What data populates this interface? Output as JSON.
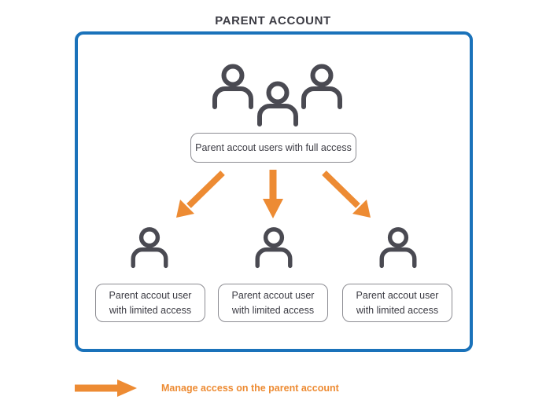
{
  "title": "PARENT ACCOUNT",
  "colors": {
    "container_border": "#1a72ba",
    "arrow": "#ED8B33",
    "icon": "#4a4a52",
    "box_border": "#8c8c92",
    "text": "#3b3b43",
    "background": "#ffffff"
  },
  "container": {
    "name": "parent-account-container"
  },
  "top_group": {
    "icon_name": "users-group-icon",
    "icon_count": 3,
    "label": "Parent accout users with full access"
  },
  "arrows": [
    {
      "name": "arrow-to-left-user",
      "direction": "down-left"
    },
    {
      "name": "arrow-to-middle-user",
      "direction": "down"
    },
    {
      "name": "arrow-to-right-user",
      "direction": "down-right"
    }
  ],
  "bottom_nodes": [
    {
      "icon_name": "user-icon",
      "line1": "Parent accout user",
      "line2": "with limited access"
    },
    {
      "icon_name": "user-icon",
      "line1": "Parent accout user",
      "line2": "with limited access"
    },
    {
      "icon_name": "user-icon",
      "line1": "Parent accout user",
      "line2": "with limited access"
    }
  ],
  "legend": {
    "icon_name": "arrow-right-icon",
    "label": "Manage access on the parent account"
  }
}
